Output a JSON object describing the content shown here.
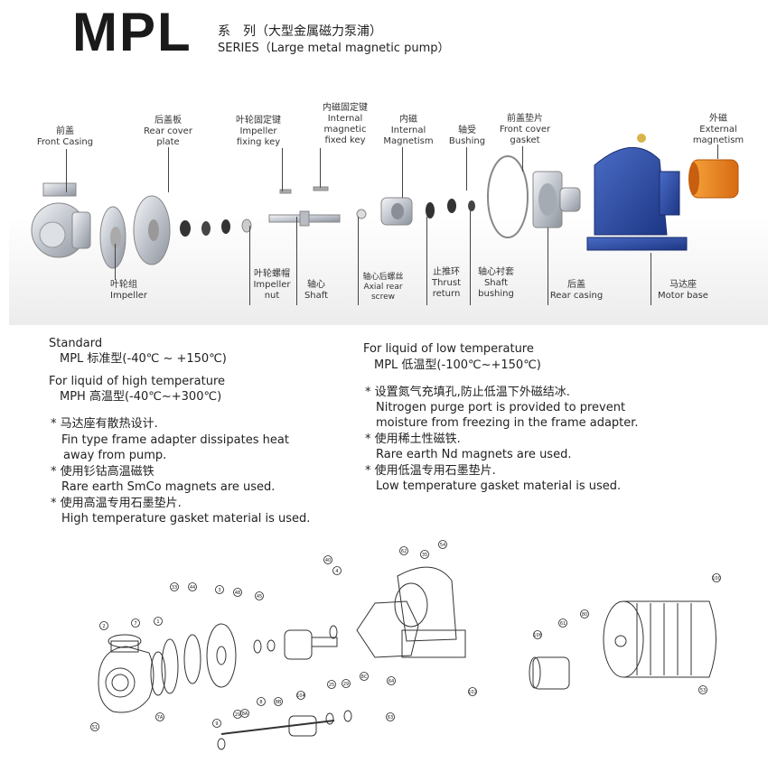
{
  "header": {
    "brand": "MPL",
    "series_cn": "系　列（大型金属磁力泵浦）",
    "series_en": "SERIES（Large metal magnetic pump）"
  },
  "parts_top": [
    {
      "cn": "前盖",
      "en": "Front Casing"
    },
    {
      "cn": "后盖板",
      "en": "Rear cover",
      "en2": "plate"
    },
    {
      "cn": "叶轮固定键",
      "en": "Impeller",
      "en2": "fixing key"
    },
    {
      "cn": "内磁固定键",
      "en": "Internal",
      "en2": "magnetic",
      "en3": "fixed key"
    },
    {
      "cn": "内磁",
      "en": "Internal",
      "en2": "Magnetism"
    },
    {
      "cn": "轴受",
      "en": "Bushing"
    },
    {
      "cn": "前盖垫片",
      "en": "Front cover",
      "en2": "gasket"
    },
    {
      "cn": "外磁",
      "en": "External",
      "en2": "magnetism"
    }
  ],
  "parts_bottom": [
    {
      "cn": "叶轮组",
      "en": "Impeller"
    },
    {
      "cn": "叶轮螺帽",
      "en": "Impeller",
      "en2": "nut"
    },
    {
      "cn": "轴心",
      "en": "Shaft"
    },
    {
      "cn": "轴心后螺丝",
      "en": "Axial rear",
      "en2": "screw"
    },
    {
      "cn": "止推环",
      "en": "Thrust",
      "en2": "return"
    },
    {
      "cn": "轴心衬套",
      "en": "Shaft",
      "en2": "bushing"
    },
    {
      "cn": "后盖",
      "en": "Rear casing"
    },
    {
      "cn": "马达座",
      "en": "Motor base"
    }
  ],
  "left_col": {
    "standard": "Standard",
    "mpl_std": "MPL 标准型(-40℃ ~ +150℃)",
    "high_title": "For liquid of high temperature",
    "mph": "MPH 高温型(-40℃~+300℃)",
    "n1_cn": "* 马达座有散热设计.",
    "n1_en1": "Fin type frame adapter dissipates heat",
    "n1_en2": "away from pump.",
    "n2_cn": "* 使用钐钴高温磁铁",
    "n2_en": "Rare earth SmCo magnets are used.",
    "n3_cn": "* 使用高温专用石墨垫片.",
    "n3_en": "High temperature gasket material is used."
  },
  "right_col": {
    "low_title": "For liquid of low temperature",
    "mpl_low": "MPL 低温型(-100℃~+150℃)",
    "n1_cn": "* 设置氮气充填孔,防止低温下外磁结冰.",
    "n1_en1": "Nitrogen purge port is provided to prevent",
    "n1_en2": "moisture from freezing in the frame adapter.",
    "n2_cn": "* 使用稀土性磁铁.",
    "n2_en": "Rare earth Nd magnets are used.",
    "n3_cn": "* 使用低温专用石墨垫片.",
    "n3_en": "Low temperature gasket material is used."
  },
  "diagram_callouts": [
    "2",
    "7",
    "1",
    "33",
    "44",
    "3",
    "48",
    "45",
    "40",
    "4",
    "62",
    "35",
    "54",
    "64",
    "102",
    "100",
    "51",
    "7A",
    "9",
    "29",
    "8A",
    "8",
    "8B",
    "104",
    "25",
    "29",
    "8C",
    "63",
    "106",
    "61",
    "80",
    "53"
  ],
  "colors": {
    "motor_blue": "#2e4fa8",
    "magnet_orange": "#e8801f",
    "steel": "#c8ccd2",
    "text": "#222222"
  }
}
